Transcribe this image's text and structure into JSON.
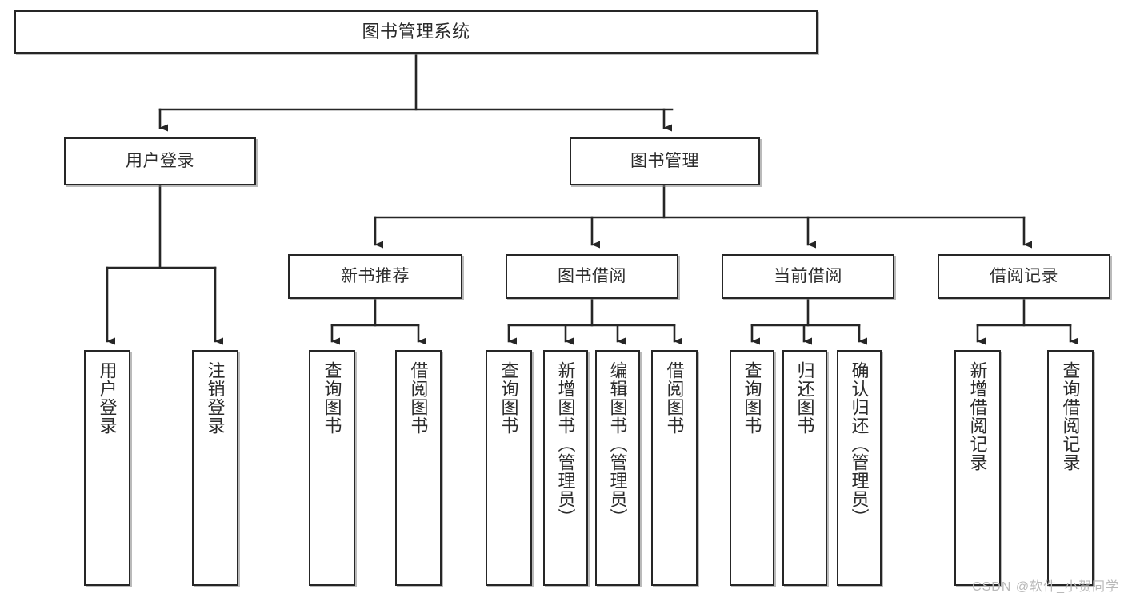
{
  "diagram": {
    "type": "tree-hierarchy",
    "title": "图书管理系统",
    "root": {
      "label": "图书管理系统"
    },
    "level2": [
      {
        "label": "用户登录"
      },
      {
        "label": "图书管理"
      }
    ],
    "level3": [
      {
        "label": "新书推荐"
      },
      {
        "label": "图书借阅"
      },
      {
        "label": "当前借阅"
      },
      {
        "label": "借阅记录"
      }
    ],
    "leaves": {
      "user_login": [
        {
          "label": "用户登录"
        },
        {
          "label": "注销登录"
        }
      ],
      "new_book_recommend": [
        {
          "label": "查询图书"
        },
        {
          "label": "借阅图书"
        }
      ],
      "book_borrow": [
        {
          "label": "查询图书"
        },
        {
          "label": "新增图书（管理员）"
        },
        {
          "label": "编辑图书（管理员）"
        },
        {
          "label": "借阅图书"
        }
      ],
      "current_borrow": [
        {
          "label": "查询图书"
        },
        {
          "label": "归还图书"
        },
        {
          "label": "确认归还（管理员）"
        }
      ],
      "borrow_record": [
        {
          "label": "新增借阅记录"
        },
        {
          "label": "查询借阅记录"
        }
      ]
    },
    "watermark": "CSDN @软件_小贺同学",
    "colors": {
      "box_border": "#262626",
      "box_fill": "#ffffff",
      "connector": "#262626",
      "text": "#2b2b2b",
      "watermark": "#b9b9b9",
      "background": "#ffffff"
    }
  }
}
